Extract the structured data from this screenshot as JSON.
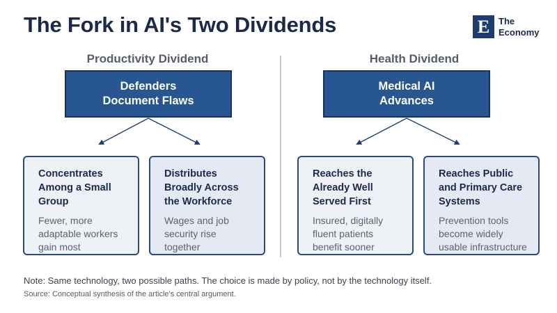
{
  "title": "The Fork in AI's Two Dividends",
  "logo": {
    "mark": "E",
    "line1": "The",
    "line2": "Economy"
  },
  "left": {
    "section": "Productivity Dividend",
    "top_line1": "Defenders",
    "top_line2": "Document Flaws",
    "leaves": [
      {
        "head": [
          "Concentrates",
          "Among a Small",
          "Group"
        ],
        "body": [
          "Fewer, more",
          "adaptable workers",
          "gain most"
        ]
      },
      {
        "head": [
          "Distributes",
          "Broadly Across",
          "the Workforce"
        ],
        "body": [
          "Wages and job",
          "security rise",
          "together"
        ]
      }
    ]
  },
  "right": {
    "section": "Health Dividend",
    "top_line1": "Medical AI",
    "top_line2": "Advances",
    "leaves": [
      {
        "head": [
          "Reaches the",
          "Already Well",
          "Served First"
        ],
        "body": [
          "Insured, digitally",
          "fluent patients",
          "benefit sooner"
        ]
      },
      {
        "head": [
          "Reaches Public",
          "and Primary Care",
          "Systems"
        ],
        "body": [
          "Prevention tools",
          "become widely",
          "usable infrastructure"
        ]
      }
    ]
  },
  "note": "Note: Same technology, two possible paths. The choice is made by policy, not by the technology itself.",
  "source": "Source: Conceptual synthesis of the article's central argument.",
  "colors": {
    "primary": "#285690",
    "border": "#17325a",
    "title": "#1b2a4a"
  }
}
